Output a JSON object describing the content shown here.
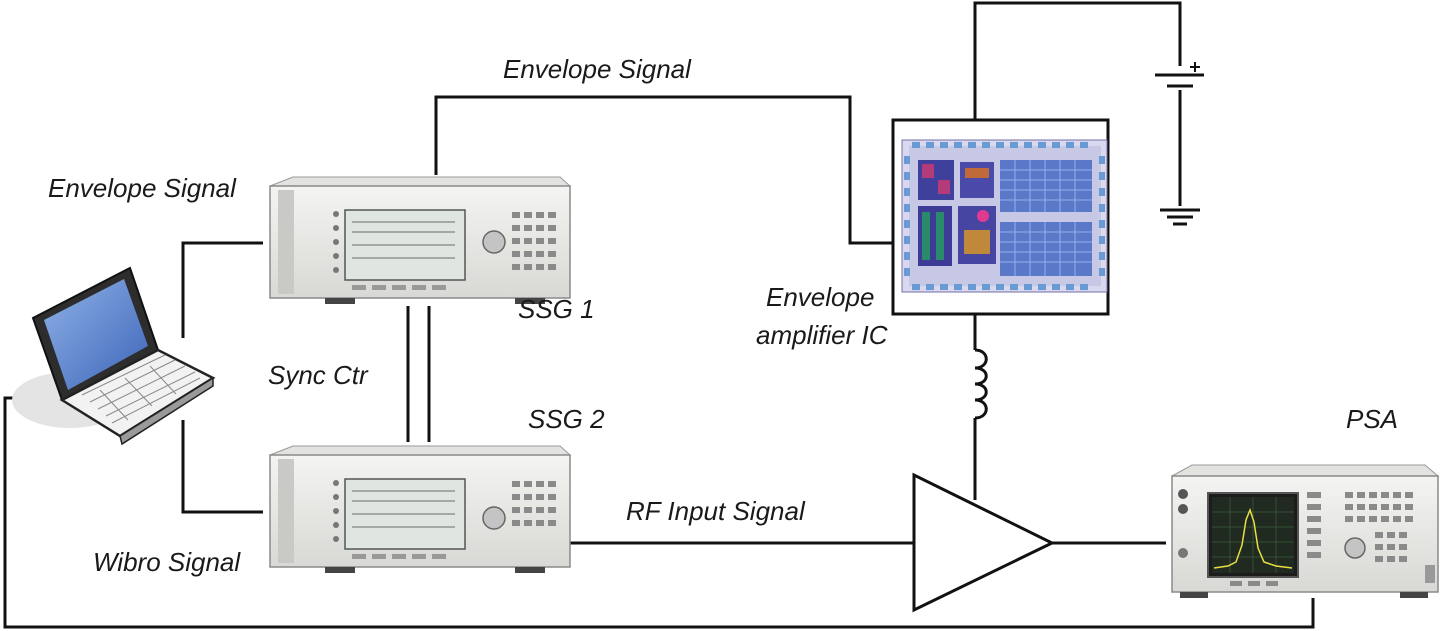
{
  "labels": {
    "envelope_signal_top": "Envelope Signal",
    "envelope_signal_left": "Envelope Signal",
    "ssg1": "SSG 1",
    "ssg2": "SSG 2",
    "sync_ctr": "Sync Ctr",
    "wibro_signal": "Wibro Signal",
    "envelope_amp_line1": "Envelope",
    "envelope_amp_line2": "amplifier IC",
    "rf_input_signal": "RF Input Signal",
    "psa": "PSA"
  },
  "icons": [
    "laptop-icon",
    "signal-generator-icon",
    "spectrum-analyzer-icon",
    "chip-die-icon",
    "battery-icon",
    "ground-icon",
    "inductor-icon",
    "amplifier-icon"
  ]
}
